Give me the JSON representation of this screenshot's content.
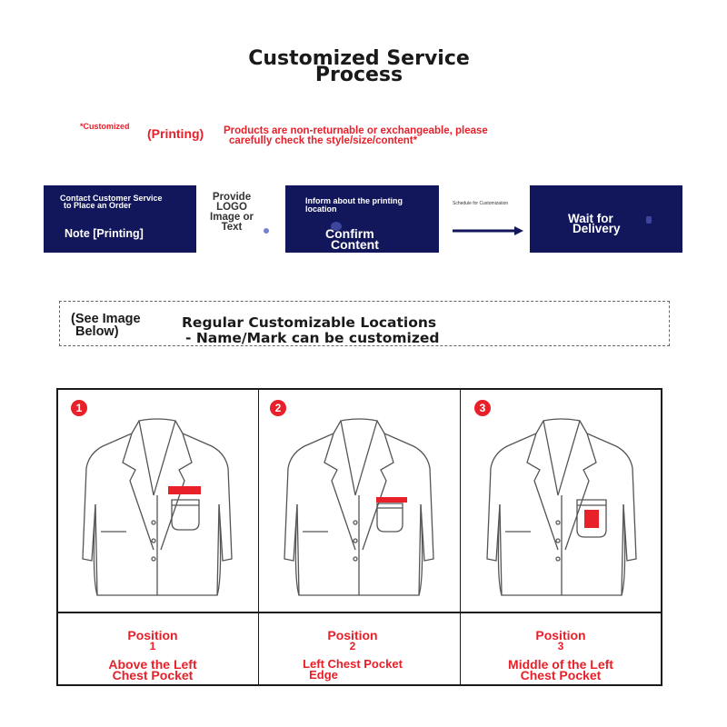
{
  "header": {
    "title_line1": "Customized Service",
    "title_line2": "Process"
  },
  "notice": {
    "small": "*Customized",
    "printing": "(Printing)",
    "text_line1": "Products are non-returnable or exchangeable, please",
    "text_line2": "carefully check the style/size/content*"
  },
  "steps": {
    "step1_line1": "Contact Customer Service",
    "step1_line2": "to Place an Order",
    "step1_note": "Note [Printing]",
    "step2_line1": "Provide",
    "step2_line2": "LOGO",
    "step2_line3": "Image or",
    "step2_line4": "Text",
    "step3_line1": "Inform about the printing",
    "step3_line2": "location",
    "step3_confirm1": "Confirm",
    "step3_confirm2": "Content",
    "arrow_label": "Schedule for Customization",
    "step4_line1": "Wait for",
    "step4_line2": "Delivery"
  },
  "locations": {
    "see_line1": "(See Image",
    "see_line2": "Below)",
    "main_line1": "Regular Customizable Locations",
    "main_line2": "- Name/Mark can be customized"
  },
  "positions": [
    {
      "badge": "1",
      "label": "Position",
      "num": "1",
      "desc1": "Above the Left",
      "desc2": "Chest Pocket"
    },
    {
      "badge": "2",
      "label": "Position",
      "num": "2",
      "desc1": "Left Chest Pocket",
      "desc2": "Edge"
    },
    {
      "badge": "3",
      "label": "Position",
      "num": "3",
      "desc1": "Middle of the Left",
      "desc2": "Chest Pocket"
    }
  ],
  "colors": {
    "accent_red": "#e8202a",
    "step_navy": "#12165a"
  },
  "icons": [
    "jacket-icon",
    "arrow-right-icon",
    "number-badge-icon"
  ]
}
